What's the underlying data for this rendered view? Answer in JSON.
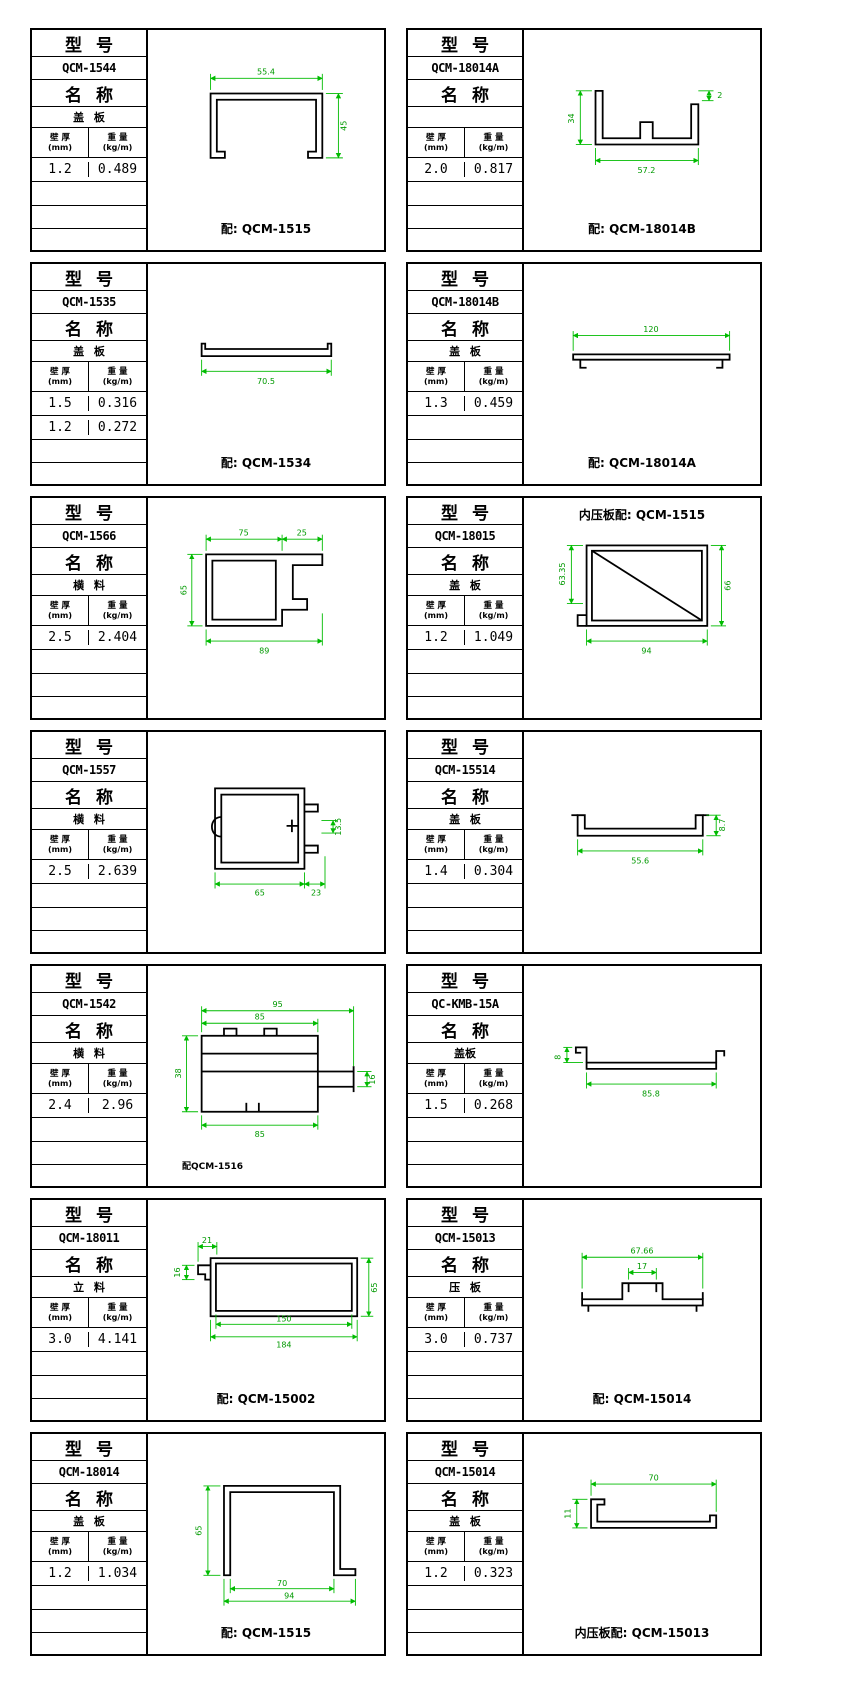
{
  "labels": {
    "model": "型 号",
    "name": "名 称",
    "thickness": "壁 厚",
    "thickness_unit": "(mm)",
    "weight": "重 量",
    "weight_unit": "(kg/m)"
  },
  "colors": {
    "dimension_green": "#00bb00",
    "line_black": "#000000"
  },
  "panels": [
    {
      "model": "QCM-1544",
      "name": "盖 板",
      "rows": [
        {
          "t": "1.2",
          "w": "0.489"
        }
      ],
      "caption": "配: QCM-1515",
      "dims": {
        "w": "55.4",
        "h": "45"
      }
    },
    {
      "model": "QCM-18014A",
      "name": "",
      "rows": [
        {
          "t": "2.0",
          "w": "0.817"
        }
      ],
      "caption": "配: QCM-18014B",
      "dims": {
        "h": "34",
        "t": "2",
        "w": "57.2"
      }
    },
    {
      "model": "QCM-1535",
      "name": "盖 板",
      "rows": [
        {
          "t": "1.5",
          "w": "0.316"
        },
        {
          "t": "1.2",
          "w": "0.272"
        }
      ],
      "caption": "配: QCM-1534",
      "dims": {
        "w": "70.5"
      }
    },
    {
      "model": "QCM-18014B",
      "name": "盖 板",
      "rows": [
        {
          "t": "1.3",
          "w": "0.459"
        }
      ],
      "caption": "配: QCM-18014A",
      "dims": {
        "w": "120"
      }
    },
    {
      "model": "QCM-1566",
      "name": "横 料",
      "rows": [
        {
          "t": "2.5",
          "w": "2.404"
        }
      ],
      "caption": "",
      "dims": {
        "w1": "75",
        "w2": "25",
        "h": "65",
        "w": "89"
      }
    },
    {
      "model": "QCM-18015",
      "name": "盖 板",
      "rows": [
        {
          "t": "1.2",
          "w": "1.049"
        }
      ],
      "caption": "内压板配: QCM-1515",
      "dims": {
        "h1": "63.35",
        "h2": "66",
        "w": "94"
      }
    },
    {
      "model": "QCM-1557",
      "name": "横 料",
      "rows": [
        {
          "t": "2.5",
          "w": "2.639"
        }
      ],
      "caption": "",
      "dims": {
        "h": "13.5",
        "w1": "65",
        "w2": "23"
      }
    },
    {
      "model": "QCM-15514",
      "name": "盖 板",
      "rows": [
        {
          "t": "1.4",
          "w": "0.304"
        }
      ],
      "caption": "",
      "dims": {
        "w": "55.6",
        "h": "8.7"
      }
    },
    {
      "model": "QCM-1542",
      "name": "横 料",
      "rows": [
        {
          "t": "2.4",
          "w": "2.96"
        }
      ],
      "caption": "配QCM-1516",
      "dims": {
        "w1": "95",
        "w2": "85",
        "h1": "38",
        "h2": "16",
        "w3": "85"
      }
    },
    {
      "model": "QC-KMB-15A",
      "name": "盖板",
      "rows": [
        {
          "t": "1.5",
          "w": "0.268"
        }
      ],
      "caption": "",
      "dims": {
        "h": "8",
        "w": "85.8"
      }
    },
    {
      "model": "QCM-18011",
      "name": "立 料",
      "rows": [
        {
          "t": "3.0",
          "w": "4.141"
        }
      ],
      "caption": "配: QCM-15002",
      "dims": {
        "a": "21",
        "b": "16",
        "w1": "150",
        "w2": "184",
        "h": "65"
      }
    },
    {
      "model": "QCM-15013",
      "name": "压 板",
      "rows": [
        {
          "t": "3.0",
          "w": "0.737"
        }
      ],
      "caption": "配: QCM-15014",
      "dims": {
        "w": "67.66",
        "c": "17"
      }
    },
    {
      "model": "QCM-18014",
      "name": "盖 板",
      "rows": [
        {
          "t": "1.2",
          "w": "1.034"
        }
      ],
      "caption": "配: QCM-1515",
      "dims": {
        "h": "65",
        "w1": "70",
        "w2": "94"
      }
    },
    {
      "model": "QCM-15014",
      "name": "盖 板",
      "rows": [
        {
          "t": "1.2",
          "w": "0.323"
        }
      ],
      "caption": "内压板配: QCM-15013",
      "dims": {
        "w": "70",
        "h": "11"
      }
    }
  ]
}
